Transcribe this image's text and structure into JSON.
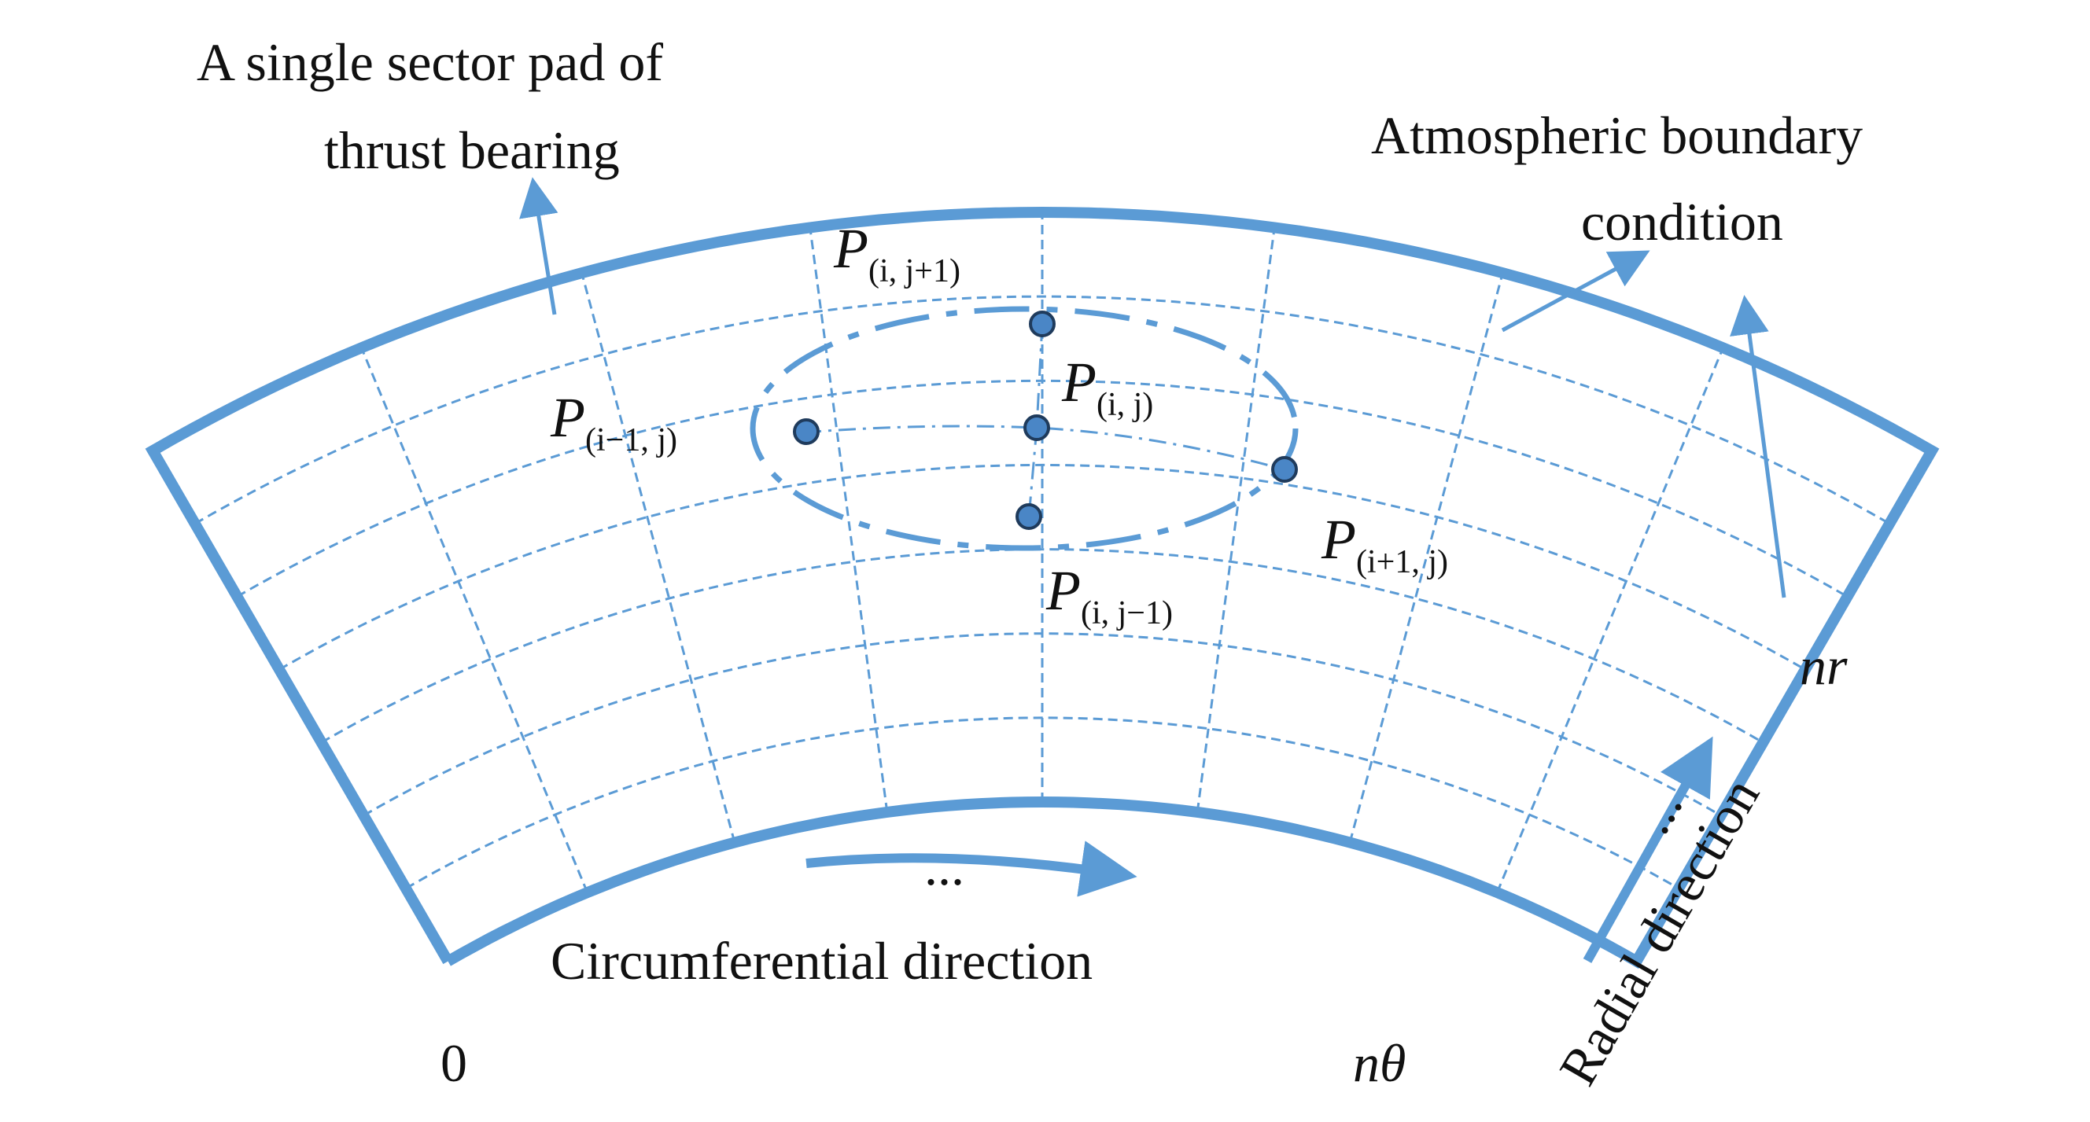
{
  "colors": {
    "accent": "#5b9bd5",
    "node_fill": "#4a86c6",
    "node_stroke": "#1f3b5c",
    "text": "#111111"
  },
  "labels": {
    "sector_pad_line1": "A single sector pad of",
    "sector_pad_line2": "thrust bearing",
    "atmos_line1": "Atmospheric boundary",
    "atmos_line2": "condition",
    "circumferential": "Circumferential direction",
    "radial": "Radial direction",
    "origin": "0",
    "n_theta": "nθ",
    "n_r": "nr",
    "dots_circ": "...",
    "dots_radial": "..."
  },
  "points": {
    "top": {
      "main": "P",
      "sub": "(i, j+1)"
    },
    "center": {
      "main": "P",
      "sub": "(i, j)"
    },
    "left": {
      "main": "P",
      "sub": "(i−1, j)"
    },
    "right": {
      "main": "P",
      "sub": "(i+1, j)"
    },
    "bottom": {
      "main": "P",
      "sub": "(i, j−1)"
    }
  }
}
